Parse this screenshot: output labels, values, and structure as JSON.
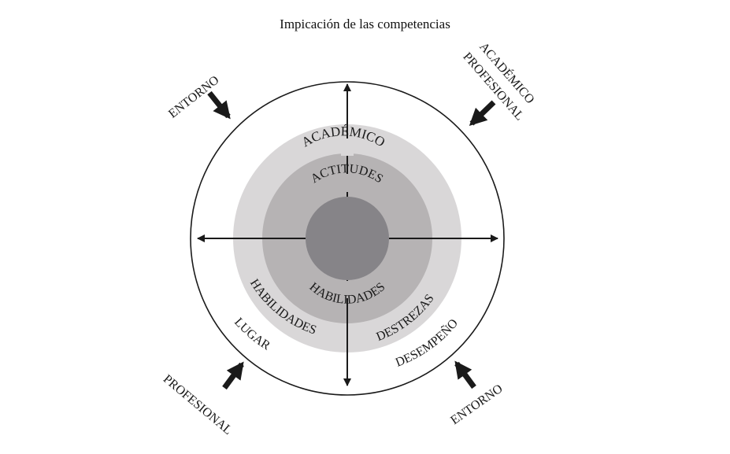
{
  "title": "Impicación de las competencias",
  "labels": {
    "academico_ring": "ACADÉMICO",
    "actitudes": "ACTITUDES",
    "habilidades_inner": "HABILIDADES",
    "habilidades_ring": "HABILIDADES",
    "destrezas": "DESTREZAS",
    "lugar": "LUGAR",
    "desempeno": "DESEMPEÑO"
  },
  "corners": {
    "top_left": "ENTORNO",
    "top_right_1": "ACADÉMICO",
    "top_right_2": "PROFESIONAL",
    "bottom_left": "PROFESIONAL",
    "bottom_right": "ENTORNO"
  },
  "colors": {
    "outer_ring": "#d9d7d8",
    "middle_ring": "#b6b3b4",
    "core": "#868488",
    "line": "#1a1a1a"
  }
}
